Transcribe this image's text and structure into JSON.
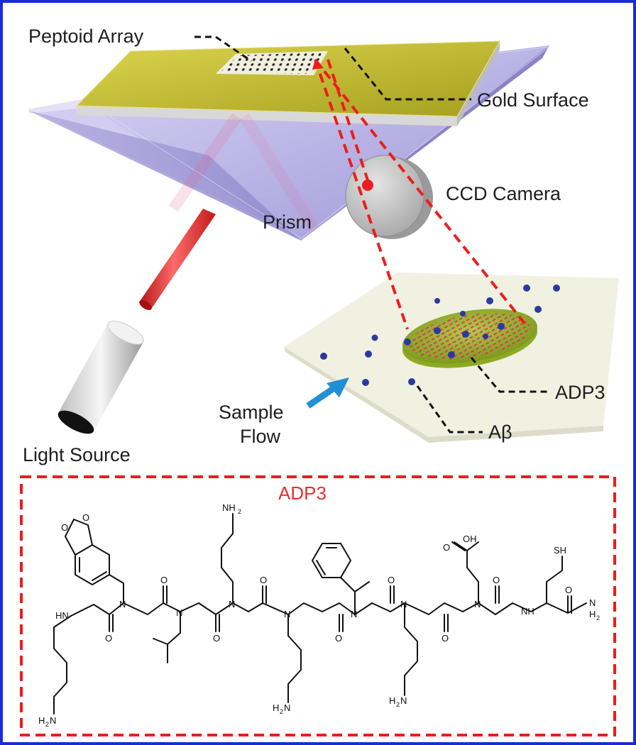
{
  "colors": {
    "frame_border": "#1a2bd8",
    "prism": "#b9b3e6",
    "gold_surface": "#c9c23a",
    "laser": "#e52424",
    "highlight_red": "#e53030",
    "analyte_dots": "#2a3a9c",
    "arrow": "#1f8fd6"
  },
  "labels": {
    "peptoid_array": "Peptoid Array",
    "gold_surface": "Gold Surface",
    "ccd_camera": "CCD Camera",
    "prism": "Prism",
    "light_source": "Light Source",
    "sample_flow_line1": "Sample",
    "sample_flow_line2": "Flow",
    "adp3": "ADP3",
    "abeta": "Aβ"
  },
  "structure": {
    "title": "ADP3",
    "atoms": {
      "nh2_top": "NH",
      "nh2_top_sub": "2",
      "oh": "OH",
      "sh": "SH",
      "nh": "NH",
      "c_terminal_n": "N",
      "c_terminal_h2": "H",
      "c_terminal_h2_sub": "2",
      "n_left_amine": "HN",
      "amine_1": "H",
      "amine_1_sub": "2",
      "amine_1_n": "N",
      "amine_2": "H",
      "amine_2_sub": "2",
      "amine_2_n": "N",
      "amine_3": "H",
      "amine_3_sub": "2",
      "amine_3_n": "N",
      "n_atom": "N",
      "o_atom": "O"
    }
  }
}
